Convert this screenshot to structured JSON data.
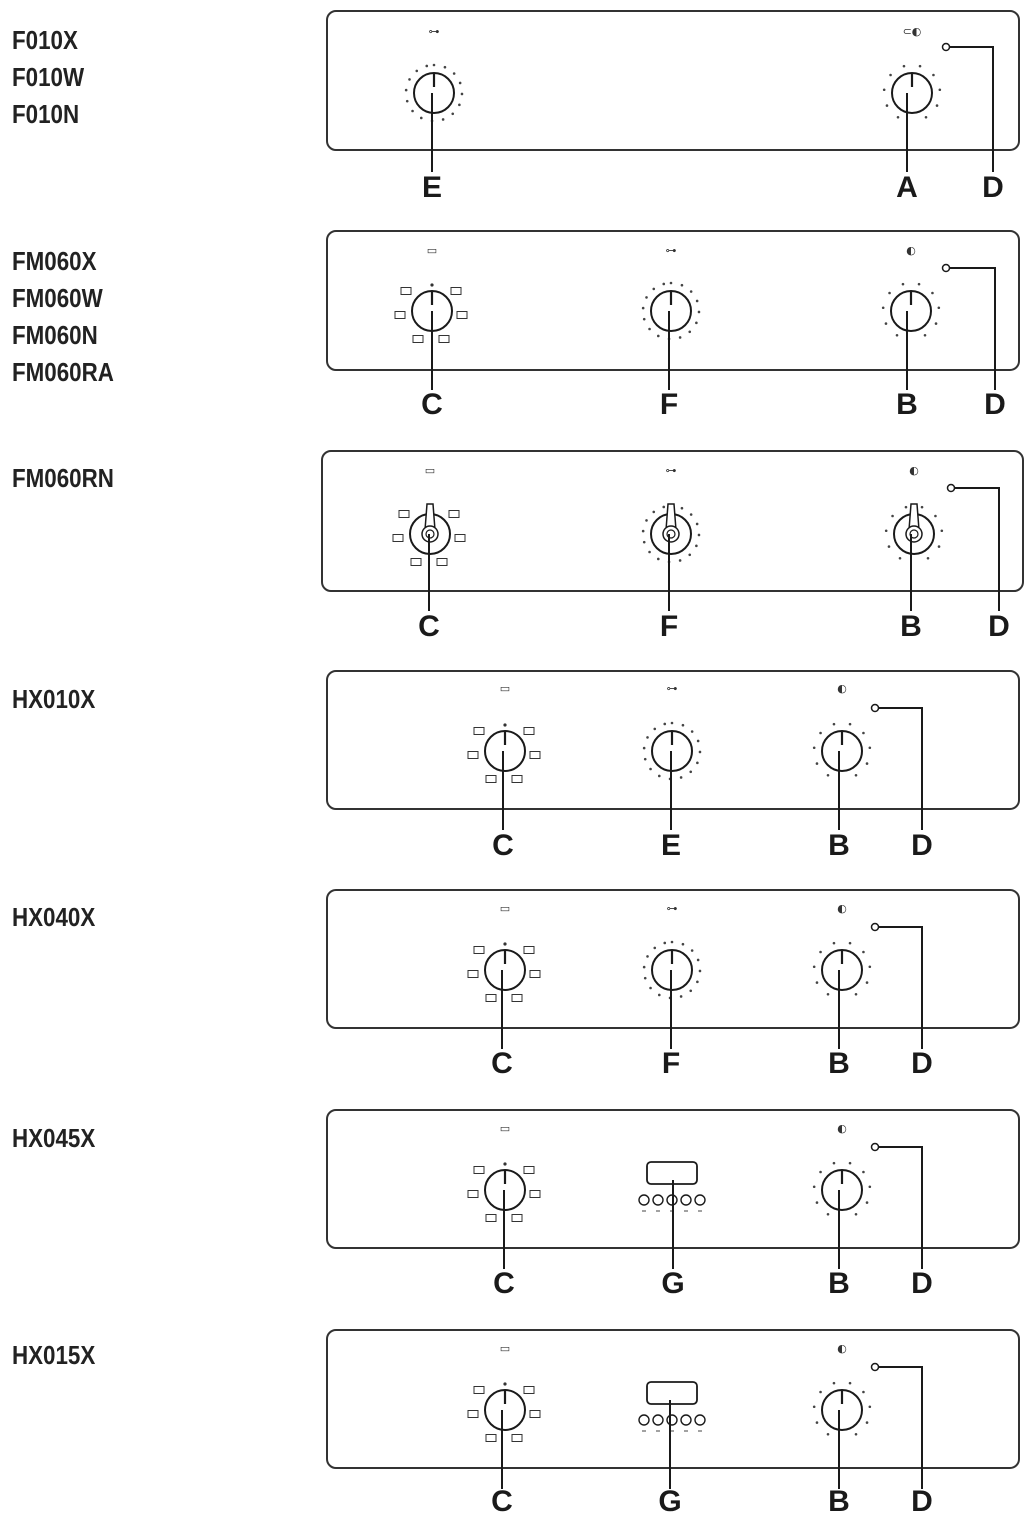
{
  "rows": [
    {
      "models": [
        "F010X",
        "F010W",
        "F010N"
      ],
      "controls": [
        {
          "kind": "timer",
          "letter": "E",
          "symbol": "⊶"
        },
        {
          "kind": "thermostat",
          "letter": "A",
          "symbol": "⊂◐"
        },
        {
          "kind": "lamp",
          "letter": "D"
        }
      ]
    },
    {
      "models": [
        "FM060X",
        "FM060W",
        "FM060N",
        "FM060RA"
      ],
      "controls": [
        {
          "kind": "selector",
          "letter": "C",
          "symbol": "▭"
        },
        {
          "kind": "timer",
          "letter": "F",
          "symbol": "⊶"
        },
        {
          "kind": "thermostat",
          "letter": "B",
          "symbol": "◐"
        },
        {
          "kind": "lamp",
          "letter": "D"
        }
      ]
    },
    {
      "models": [
        "FM060RN"
      ],
      "controls": [
        {
          "kind": "selector",
          "letter": "C",
          "symbol": "▭",
          "handle": true
        },
        {
          "kind": "timer",
          "letter": "F",
          "symbol": "⊶",
          "handle": true
        },
        {
          "kind": "thermostat",
          "letter": "B",
          "symbol": "◐",
          "handle": true
        },
        {
          "kind": "lamp",
          "letter": "D"
        }
      ]
    },
    {
      "models": [
        "HX010X"
      ],
      "controls": [
        {
          "kind": "selector",
          "letter": "C",
          "symbol": "▭"
        },
        {
          "kind": "timer",
          "letter": "E",
          "symbol": "⊶"
        },
        {
          "kind": "thermostat",
          "letter": "B",
          "symbol": "◐"
        },
        {
          "kind": "lamp",
          "letter": "D"
        }
      ]
    },
    {
      "models": [
        "HX040X"
      ],
      "controls": [
        {
          "kind": "selector",
          "letter": "C",
          "symbol": "▭"
        },
        {
          "kind": "timer",
          "letter": "F",
          "symbol": "⊶"
        },
        {
          "kind": "thermostat",
          "letter": "B",
          "symbol": "◐"
        },
        {
          "kind": "lamp",
          "letter": "D"
        }
      ]
    },
    {
      "models": [
        "HX045X"
      ],
      "controls": [
        {
          "kind": "selector",
          "letter": "C",
          "symbol": "▭"
        },
        {
          "kind": "programmer",
          "letter": "G"
        },
        {
          "kind": "thermostat",
          "letter": "B",
          "symbol": "◐"
        },
        {
          "kind": "lamp",
          "letter": "D"
        }
      ]
    },
    {
      "models": [
        "HX015X"
      ],
      "controls": [
        {
          "kind": "selector",
          "letter": "C",
          "symbol": "▭"
        },
        {
          "kind": "programmer",
          "letter": "G"
        },
        {
          "kind": "thermostat",
          "letter": "B",
          "symbol": "◐"
        },
        {
          "kind": "lamp",
          "letter": "D"
        }
      ]
    }
  ]
}
